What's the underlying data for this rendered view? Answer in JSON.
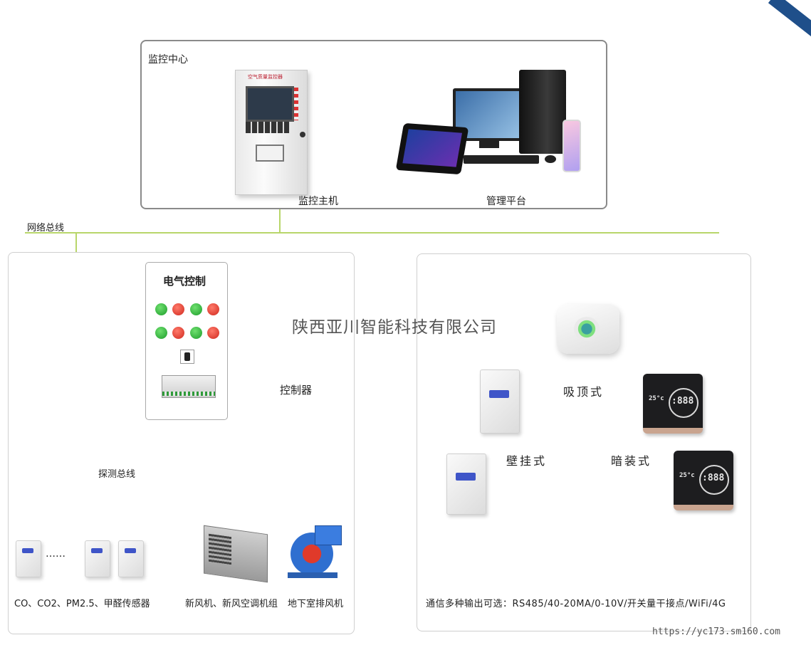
{
  "monitor_center": {
    "title": "监控中心",
    "host_label": "监控主机",
    "host_brand": "空气质量监控器",
    "platform_label": "管理平台"
  },
  "network_bus_label": "网络总线",
  "electrical": {
    "title": "电气控制",
    "controller_label": "控制器",
    "lamps": [
      "green",
      "red",
      "green",
      "red",
      "green",
      "red",
      "green",
      "red"
    ]
  },
  "detection_bus_label": "探测总线",
  "sensors": {
    "label": "CO、CO2、PM2.5、甲醛传感器",
    "ellipsis": "……"
  },
  "fresh_air_label": "新风机、新风空调机组",
  "exhaust_label": "地下室排风机",
  "watermark": "陕西亚川智能科技有限公司",
  "mount_types": {
    "ceiling": "吸顶式",
    "wall": "壁挂式",
    "embedded": "暗装式"
  },
  "comms": "通信多种输出可选：RS485/40-20MA/0-10V/开关量干接点/WiFi/4G",
  "url": "https://yc173.sm160.com",
  "colors": {
    "bus_line": "#b8d66a",
    "detect_line": "#333333",
    "control_line": "#e24a3a",
    "corner_accent": "#1f4f8a"
  }
}
